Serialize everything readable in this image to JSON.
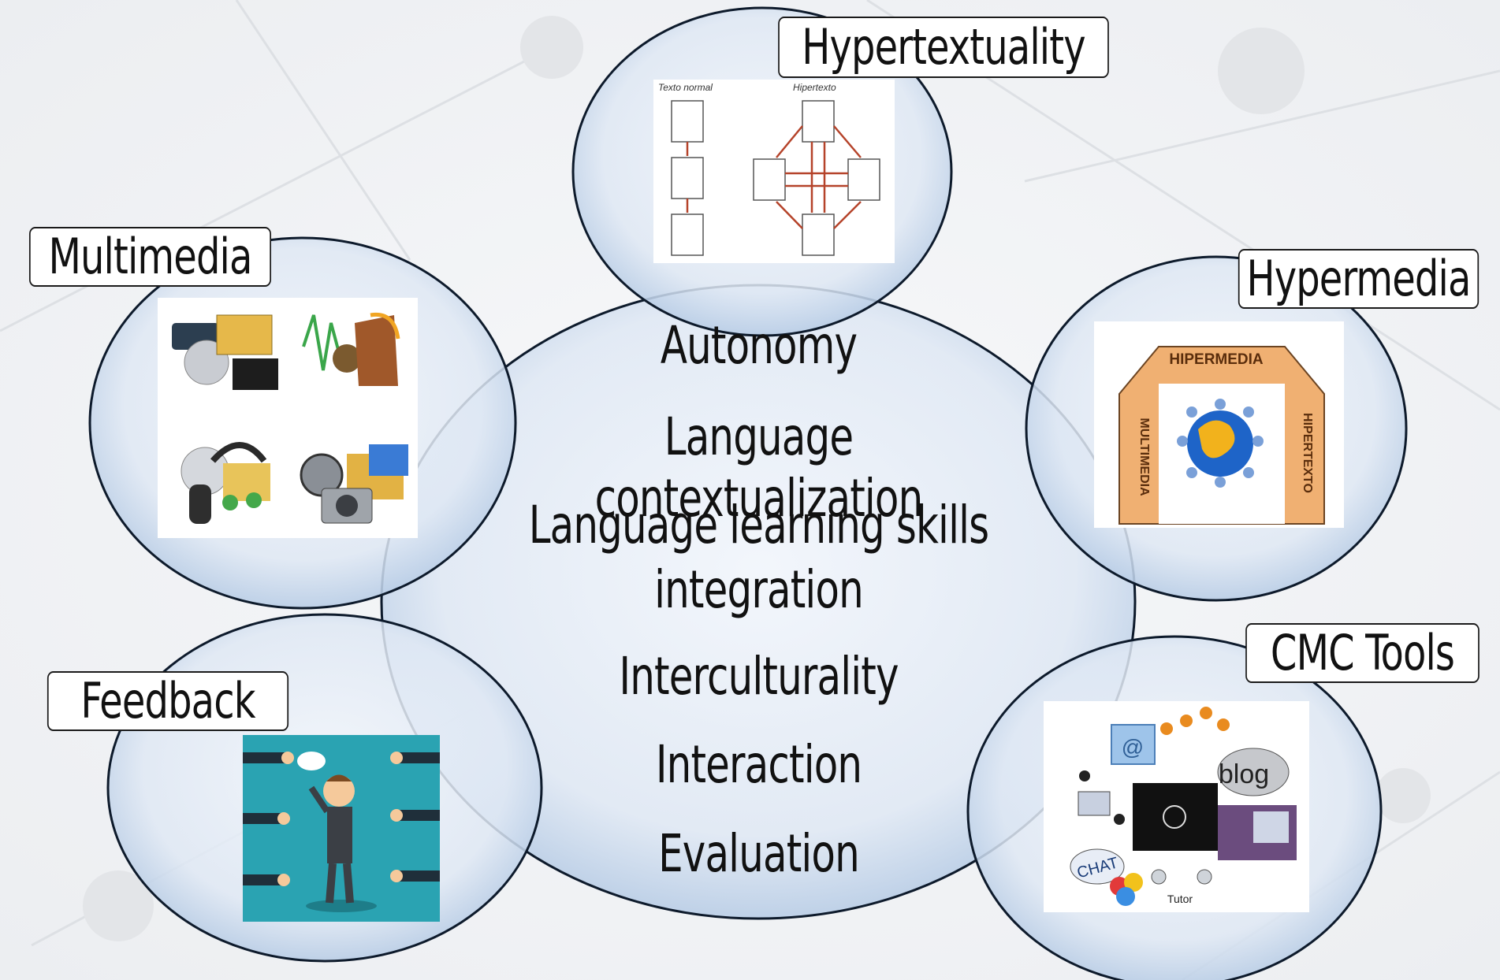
{
  "center": {
    "items": [
      "Autonomy",
      "Language contextualization",
      "Language learning skills",
      "integration",
      "Interculturality",
      "Interaction",
      "Evaluation"
    ]
  },
  "nodes": {
    "hypertextuality": {
      "label": "Hypertextuality",
      "caption_left": "Texto normal",
      "caption_right": "Hipertexto"
    },
    "multimedia": {
      "label": "Multimedia"
    },
    "hypermedia": {
      "label": "Hypermedia",
      "banner_top": "HIPERMEDIA",
      "banner_left": "MULTIMEDIA",
      "banner_right": "HIPERTEXTO"
    },
    "feedback": {
      "label": "Feedback"
    },
    "cmc": {
      "label": "CMC Tools",
      "blog_text": "blog",
      "chat_text": "CHAT",
      "tutor_text": "Tutor"
    }
  },
  "colors": {
    "bubble_edge": "#0d1a2b",
    "bubble_fill": "#e6eef8",
    "arrow": "#b5432a",
    "feedback_bg": "#2aa3b2",
    "hypermedia_banner": "#f0b072"
  }
}
